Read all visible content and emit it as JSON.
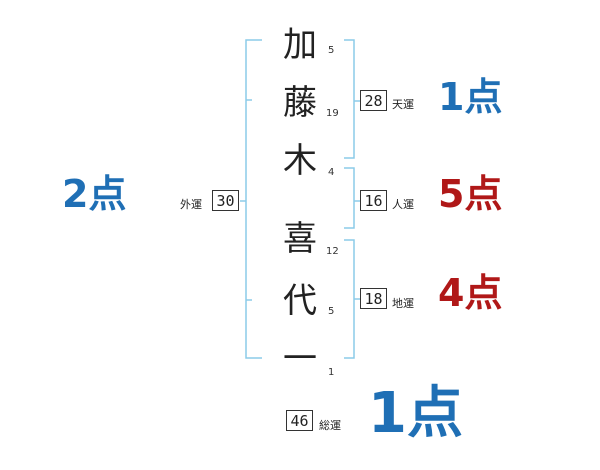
{
  "name": {
    "chars": [
      {
        "char": "加",
        "strokes": "5"
      },
      {
        "char": "藤",
        "strokes": "19"
      },
      {
        "char": "木",
        "strokes": "4"
      },
      {
        "char": "喜",
        "strokes": "12"
      },
      {
        "char": "代",
        "strokes": "5"
      },
      {
        "char": "一",
        "strokes": "1"
      }
    ]
  },
  "fortunes": {
    "tenun": {
      "value": "28",
      "label": "天運",
      "score": "1点"
    },
    "jinun": {
      "value": "16",
      "label": "人運",
      "score": "5点"
    },
    "chiun": {
      "value": "18",
      "label": "地運",
      "score": "4点"
    },
    "gaiun": {
      "value": "30",
      "label": "外運",
      "score": "2点"
    },
    "souun": {
      "value": "46",
      "label": "総運",
      "score": "1点"
    }
  },
  "colors": {
    "bracket": "#8ccbe8",
    "score_blue": "#1f6fb5",
    "score_red": "#b01818"
  }
}
